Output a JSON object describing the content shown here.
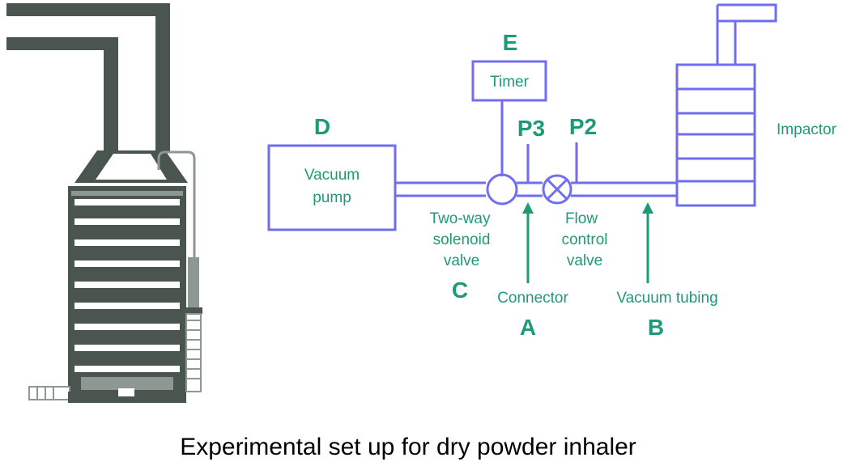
{
  "colors": {
    "box_stroke": "#6f6ef2",
    "label": "#1f9a76",
    "impactor_body": "#4a5550",
    "impactor_light": "#ffffff",
    "caption": "#000000"
  },
  "diagram": {
    "vacuum_pump": {
      "letter": "D",
      "line1": "Vacuum",
      "line2": "pump"
    },
    "timer": {
      "letter": "E",
      "label": "Timer"
    },
    "solenoid_valve": {
      "letter": "C",
      "line1": "Two-way",
      "line2": "solenoid",
      "line3": "valve"
    },
    "flow_valve": {
      "line1": "Flow",
      "line2": "control",
      "line3": "valve"
    },
    "pressure_taps": {
      "p3": "P3",
      "p2": "P2"
    },
    "connector": {
      "letter": "A",
      "label": "Connector"
    },
    "vacuum_tubing": {
      "letter": "B",
      "label": "Vacuum tubing"
    },
    "impactor": {
      "label": "Impactor"
    }
  },
  "caption": "Experimental set up for dry powder inhaler"
}
